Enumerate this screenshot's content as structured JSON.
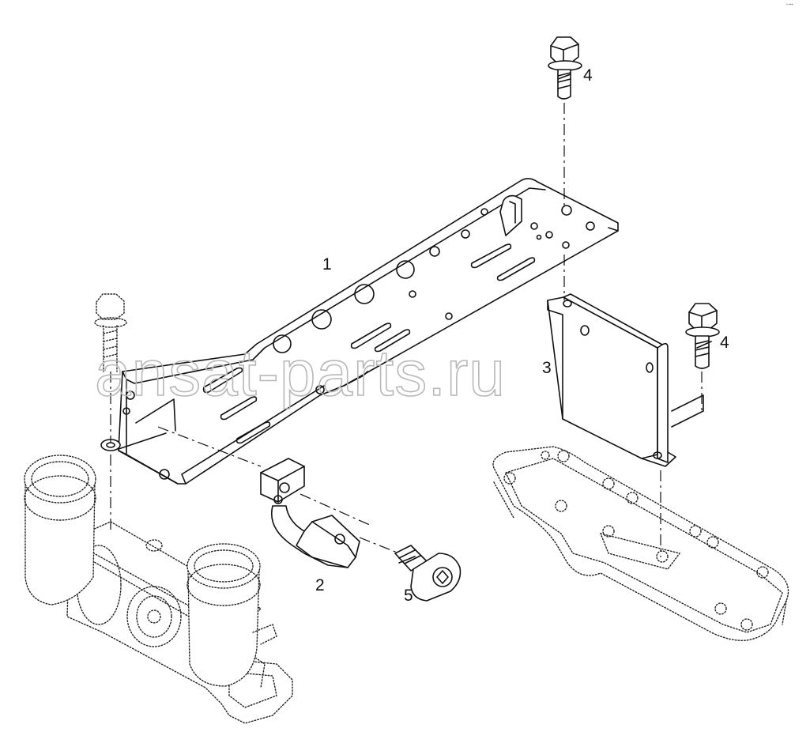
{
  "diagram": {
    "callouts": {
      "c1": "1",
      "c2": "2",
      "c3": "3",
      "c4a": "4",
      "c4b": "4",
      "c5": "5"
    },
    "watermark": "ansat-parts.ru",
    "corner_mark": "▪ ▪▪▪"
  }
}
